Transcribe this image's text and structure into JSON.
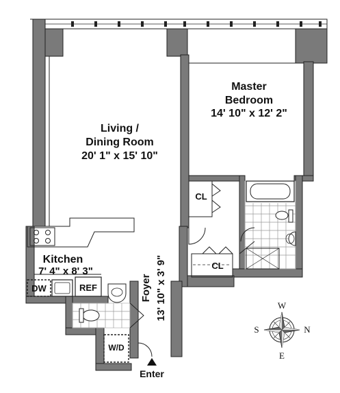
{
  "rooms": {
    "living": {
      "name_line1": "Living /",
      "name_line2": "Dining Room",
      "dimensions": "20' 1\" x 15' 10\""
    },
    "bedroom": {
      "name_line1": "Master",
      "name_line2": "Bedroom",
      "dimensions": "14' 10\" x 12' 2\""
    },
    "kitchen": {
      "name": "Kitchen",
      "dimensions": "7' 4\" x 8' 3\""
    },
    "foyer": {
      "name": "Foyer",
      "dimensions": "13' 10\" x 3' 9\""
    }
  },
  "fixtures": {
    "closet_bedroom": "CL",
    "closet_hall": "CL",
    "dishwasher": "DW",
    "refrigerator": "REF",
    "washer_dryer": "W/D"
  },
  "entry": {
    "label": "Enter"
  },
  "compass": {
    "north": "N",
    "south": "S",
    "east": "E",
    "west": "W"
  },
  "colors": {
    "wall": "#7a7a7a",
    "line": "#222222",
    "background": "#ffffff"
  }
}
